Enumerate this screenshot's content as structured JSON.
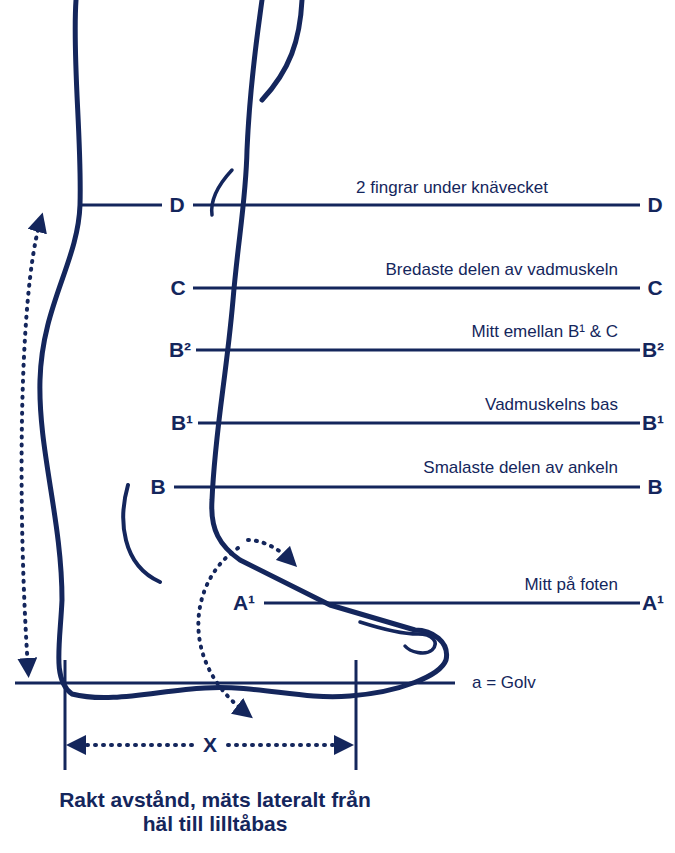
{
  "diagram": {
    "labels": [
      "2 fingrar under knävecket",
      "D",
      "D",
      "Bredaste delen av vadmuskeln",
      "C",
      "C",
      "Mitt emellan B¹ & C",
      "B²",
      "B²",
      "Vadmuskelns bas",
      "B¹",
      "B¹",
      "Smalaste delen av ankeln",
      "B",
      "B",
      "Mitt på foten",
      "A¹",
      "A¹",
      "a = Golv",
      "X",
      "Rakt avstånd, mäts lateralt från häl till lilltåbas"
    ]
  }
}
